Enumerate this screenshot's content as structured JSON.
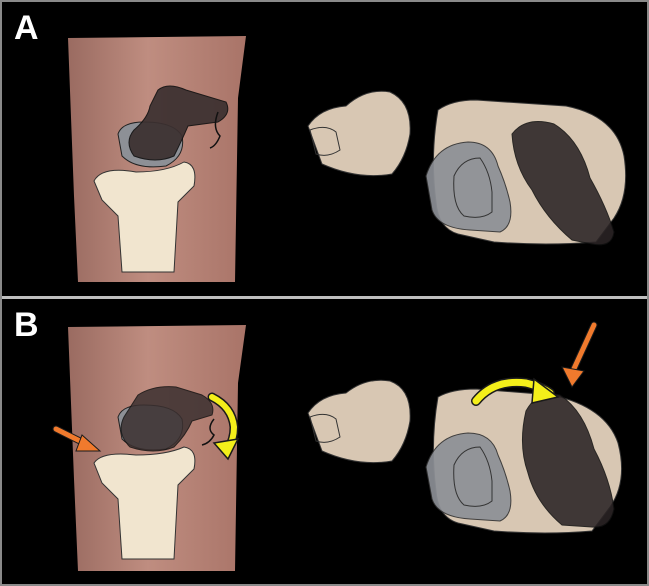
{
  "panels": [
    {
      "id": "A",
      "label": "A"
    },
    {
      "id": "B",
      "label": "B"
    }
  ],
  "colors": {
    "background": "#000000",
    "skin": "#b68678",
    "bone_light": "#f1e5cf",
    "bone_tan": "#d8c7b3",
    "dark_bone": "#3b3030",
    "gray_bone": "#8d9096",
    "yellow_arrow": "#f4ef1a",
    "orange_arrow": "#f07a2d",
    "divider": "#bfbfbf"
  },
  "icons": [
    "rotation-arrow-icon",
    "pointer-arrow-icon"
  ]
}
